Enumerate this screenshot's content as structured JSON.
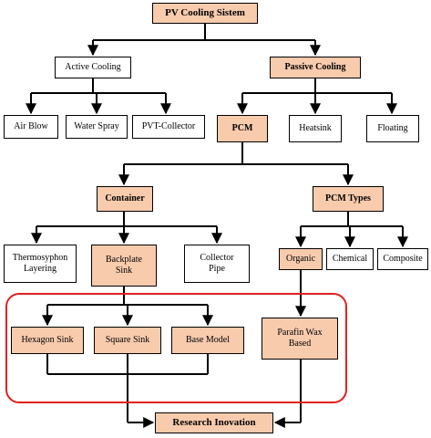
{
  "colors": {
    "highlight_fill": "#f8cbad",
    "plain_fill": "#ffffff",
    "stroke": "#000000",
    "research_outline": "#e02020"
  },
  "nodes": {
    "pv_cooling_system": "PV Cooling Sistem",
    "active_cooling": "Active Cooling",
    "passive_cooling": "Passive Cooling",
    "air_blow": "Air Blow",
    "water_spray": "Water Spray",
    "pvt_collector": "PVT-Collector",
    "pcm": "PCM",
    "heatsink": "Heatsink",
    "floating": "Floating",
    "container": "Container",
    "pcm_types": "PCM Types",
    "thermosyphon_layering": "Thermosyphon\nLayering",
    "backplate_sink": "Backplate\nSink",
    "collector_pipe": "Collector\nPipe",
    "organic": "Organic",
    "chemical": "Chemical",
    "composite": "Composite",
    "hexagon_sink": "Hexagon Sink",
    "square_sink": "Square Sink",
    "base_model": "Base Model",
    "parafin_wax_based": "Parafin Wax\nBased",
    "research_inovation": "Research Inovation"
  }
}
